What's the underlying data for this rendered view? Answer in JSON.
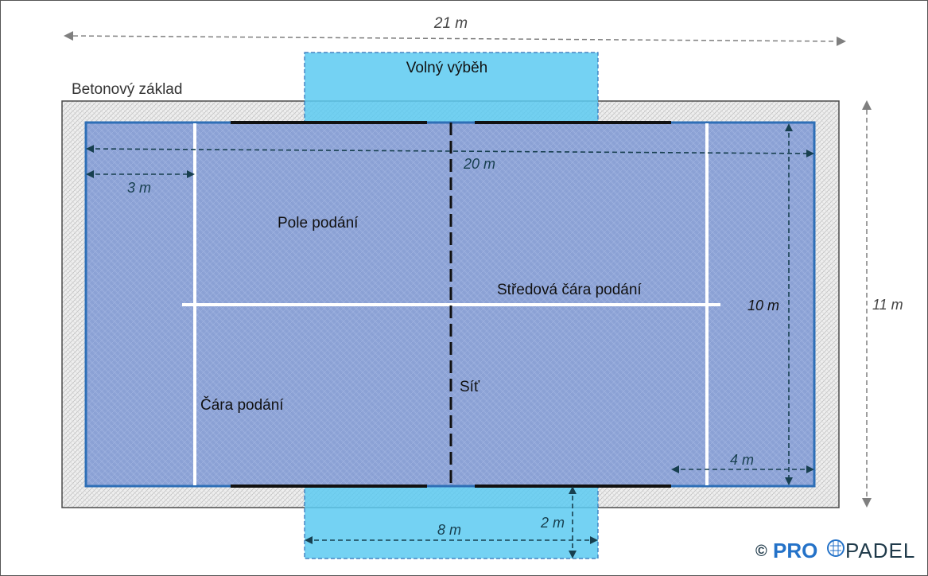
{
  "labels": {
    "total_length": "21 m",
    "runoff_zone": "Volný výběh",
    "concrete_base": "Betonový základ",
    "court_length": "20 m",
    "service_box_depth": "3 m",
    "service_box": "Pole podání",
    "center_service_line": "Středová čára podání",
    "court_width": "10 m",
    "total_width": "11 m",
    "net": "Síť",
    "service_line": "Čára podání",
    "glass_wall_length": "4 m",
    "runoff_depth": "2 m",
    "runoff_width": "8 m",
    "copyright": "©",
    "brand_pro": "PRO",
    "brand_padel": "PADEL"
  },
  "colors": {
    "court": "#8da3d6",
    "court_line": "#ffffff",
    "court_border": "#2e6fb7",
    "wall": "#111111",
    "runoff": "#5ccaf1",
    "concrete": "#e9e9e9",
    "dimension": "#173f4f",
    "dimension_light": "#7f7f7f",
    "brand_blue": "#2472c8",
    "brand_dark": "#1f3a4a"
  }
}
